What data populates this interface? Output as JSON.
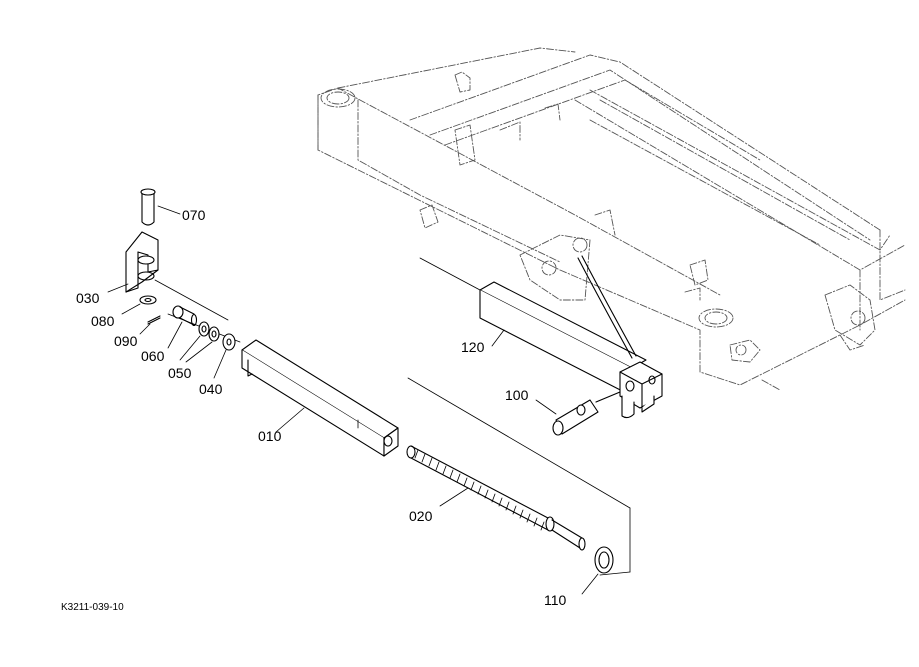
{
  "diagram": {
    "drawing_code": "K3211-039-10",
    "callouts": {
      "p010": "010",
      "p020": "020",
      "p030": "030",
      "p040": "040",
      "p050": "050",
      "p060": "060",
      "p070": "070",
      "p080": "080",
      "p090": "090",
      "p100": "100",
      "p110": "110",
      "p120": "120"
    }
  }
}
